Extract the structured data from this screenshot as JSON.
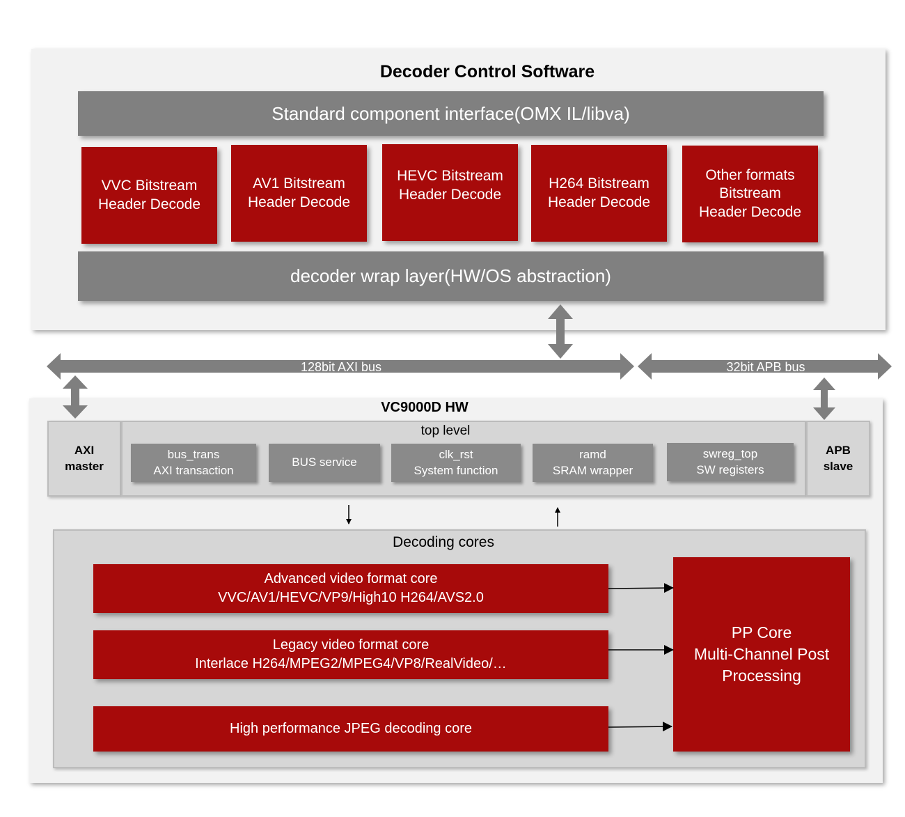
{
  "software": {
    "title": "Decoder Control Software",
    "interface_bar": "Standard component interface(OMX IL/libva)",
    "decoders": [
      {
        "line1": "VVC Bitstream",
        "line2": "Header Decode",
        "line3": ""
      },
      {
        "line1": "AV1 Bitstream",
        "line2": "Header Decode",
        "line3": ""
      },
      {
        "line1": "HEVC Bitstream",
        "line2": "Header Decode",
        "line3": ""
      },
      {
        "line1": "H264 Bitstream",
        "line2": "Header Decode",
        "line3": ""
      },
      {
        "line1": "Other formats",
        "line2": "Bitstream",
        "line3": "Header Decode"
      }
    ],
    "wrap_layer": "decoder wrap layer(HW/OS abstraction)"
  },
  "buses": {
    "axi": "128bit AXI bus",
    "apb": "32bit APB bus"
  },
  "hardware": {
    "title": "VC9000D HW",
    "axi_master": {
      "line1": "AXI",
      "line2": "master"
    },
    "apb_slave": {
      "line1": "APB",
      "line2": "slave"
    },
    "top_level": {
      "label": "top level",
      "modules": [
        {
          "line1": "bus_trans",
          "line2": "AXI transaction"
        },
        {
          "line1": "BUS service",
          "line2": ""
        },
        {
          "line1": "clk_rst",
          "line2": "System function"
        },
        {
          "line1": "ramd",
          "line2": "SRAM wrapper"
        },
        {
          "line1": "swreg_top",
          "line2": "SW registers"
        }
      ]
    },
    "decoding_cores": {
      "label": "Decoding cores",
      "cores": [
        {
          "line1": "Advanced video  format core",
          "line2": "VVC/AV1/HEVC/VP9/High10 H264/AVS2.0"
        },
        {
          "line1": "Legacy video  format core",
          "line2": "Interlace  H264/MPEG2/MPEG4/VP8/RealVideo/…"
        },
        {
          "line1": "High performance JPEG decoding  core",
          "line2": ""
        }
      ],
      "pp_core": {
        "line1": "PP Core",
        "line2": "Multi-Channel Post",
        "line3": "Processing"
      }
    }
  },
  "colors": {
    "accent_red": "#a70a0a",
    "bar_gray": "#808080",
    "bus_arrow_gray": "#7f7f7f",
    "panel_bg": "#f2f2f2"
  }
}
